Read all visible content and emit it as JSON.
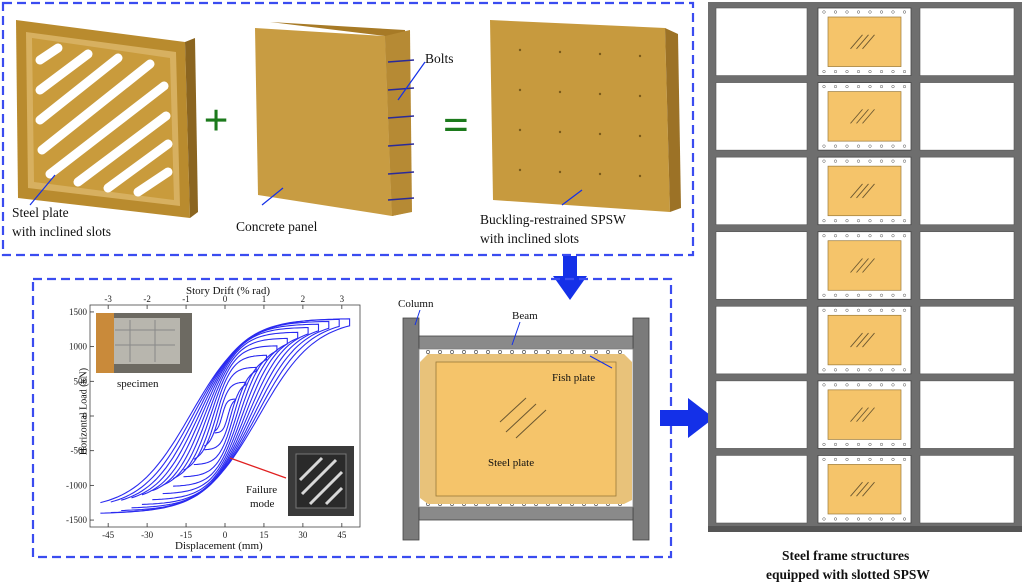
{
  "top_panel": {
    "steel_plate_label": "Steel plate",
    "steel_plate_label_2": "with inclined slots",
    "concrete_label": "Concrete panel",
    "bolts_label": "Bolts",
    "result_label_1": "Buckling-restrained SPSW",
    "result_label_2": "with inclined slots",
    "plus_sign": "+",
    "equals_sign": "="
  },
  "chart": {
    "top_axis_title": "Story Drift (% rad)",
    "top_ticks": [
      "-3",
      "-2",
      "-1",
      "0",
      "1",
      "2",
      "3"
    ],
    "y_axis_title": "Horizontal Load (kN)",
    "y_ticks": [
      "1500",
      "1000",
      "500",
      "0",
      "-500",
      "-1000",
      "-1500"
    ],
    "x_axis_title": "Displacement (mm)",
    "x_ticks": [
      "-45",
      "-30",
      "-15",
      "0",
      "15",
      "30",
      "45"
    ],
    "specimen_label": "specimen",
    "failure_label_1": "Failure",
    "failure_label_2": "mode"
  },
  "chart_data": {
    "type": "line",
    "title": "",
    "xlabel": "Displacement (mm)",
    "ylabel": "Horizontal Load (kN)",
    "secondary_xlabel": "Story Drift (% rad)",
    "xlim": [
      -52,
      52
    ],
    "ylim": [
      -1600,
      1600
    ],
    "x_ticks": [
      -45,
      -30,
      -15,
      0,
      15,
      30,
      45
    ],
    "y_ticks": [
      -1500,
      -1000,
      -500,
      0,
      500,
      1000,
      1500
    ],
    "secondary_x_ticks": [
      -3,
      -2,
      -1,
      0,
      1,
      2,
      3
    ],
    "grid": false,
    "series": [
      {
        "amplitude_mm": 4,
        "peak_load_kN": 250
      },
      {
        "amplitude_mm": 8,
        "peak_load_kN": 500
      },
      {
        "amplitude_mm": 12,
        "peak_load_kN": 720
      },
      {
        "amplitude_mm": 16,
        "peak_load_kN": 900
      },
      {
        "amplitude_mm": 20,
        "peak_load_kN": 1040
      },
      {
        "amplitude_mm": 24,
        "peak_load_kN": 1150
      },
      {
        "amplitude_mm": 28,
        "peak_load_kN": 1240
      },
      {
        "amplitude_mm": 32,
        "peak_load_kN": 1310
      },
      {
        "amplitude_mm": 36,
        "peak_load_kN": 1360
      },
      {
        "amplitude_mm": 40,
        "peak_load_kN": 1400
      },
      {
        "amplitude_mm": 44,
        "peak_load_kN": 1430
      },
      {
        "amplitude_mm": 48,
        "peak_load_kN": 1440
      }
    ]
  },
  "detail": {
    "column_label": "Column",
    "beam_label": "Beam",
    "fish_plate_label": "Fish plate",
    "steel_plate_label": "Steel plate"
  },
  "frame": {
    "caption_1": "Steel frame structures",
    "caption_2": "equipped with slotted SPSW",
    "stories": 7
  },
  "colors": {
    "dashed_border": "#3a4cf0",
    "arrow_blue": "#1430e8",
    "plus_green": "#1c7a1c",
    "panel_gold": "#c49a3a",
    "plate_fill": "#f5c46a",
    "frame_gray": "#7b7b7b",
    "curve_blue": "#2a2af0"
  }
}
